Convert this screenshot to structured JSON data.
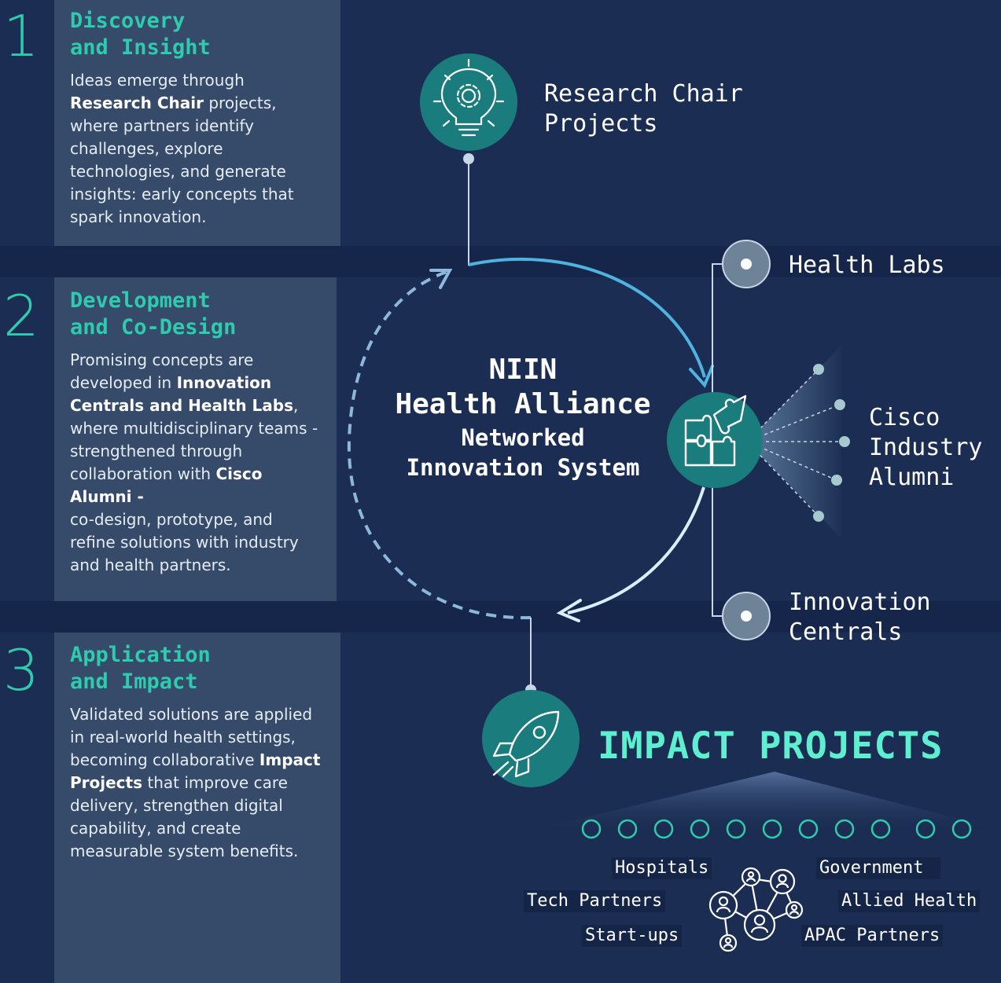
{
  "stages": [
    {
      "number": "1",
      "title_line1": "Discovery",
      "title_line2": "and Insight",
      "text": {
        "p1": "Ideas emerge through ",
        "b1": "Research Chair",
        "p2": " projects, where partners identify challenges, explore technologies, and generate insights: early concepts that spark innovation."
      }
    },
    {
      "number": "2",
      "title_line1": "Development",
      "title_line2": "and Co-Design",
      "text": {
        "p1": "Promising concepts are developed in ",
        "b1": "Innovation Centrals and Health Labs",
        "p2": ", where multidisciplinary teams - strengthened through collaboration with ",
        "b2": "Cisco Alumni -",
        "p3": "co-design, prototype, and refine solutions with industry and health partners."
      }
    },
    {
      "number": "3",
      "title_line1": "Application",
      "title_line2": "and Impact",
      "text": {
        "p1": "Validated solutions are applied in real-world health settings, becoming collaborative ",
        "b1": "Impact Projects",
        "p2": " that improve care delivery, strengthen digital capability, and create measurable system benefits."
      }
    }
  ],
  "center": {
    "line1": "NIIN",
    "line2": "Health Alliance",
    "line3": "Networked",
    "line4": "Innovation System"
  },
  "nodes": {
    "research_chair": {
      "line1": "Research Chair",
      "line2": "Projects",
      "icon": "lightbulb-gear-icon"
    },
    "health_labs": {
      "label": "Health Labs"
    },
    "cisco": {
      "line1": "Cisco",
      "line2": "Industry",
      "line3": "Alumni",
      "icon": "puzzle-icon"
    },
    "innovation_centrals": {
      "line1": "Innovation",
      "line2": "Centrals"
    },
    "impact": {
      "title": "IMPACT PROJECTS",
      "icon": "rocket-icon"
    }
  },
  "partners": {
    "hospitals": "Hospitals",
    "government": "Government",
    "tech_partners": "Tech Partners",
    "allied_health": "Allied Health",
    "startups": "Start-ups",
    "apac_partners": "APAC Partners",
    "icon": "people-network-icon"
  },
  "colors": {
    "background": "#1b2d52",
    "panel": "#364a6a",
    "accent_teal": "#2ecbae",
    "node_teal": "#1a7c7c",
    "arrow_blue": "#4fb3e0",
    "impact_text": "#5eefd0"
  }
}
